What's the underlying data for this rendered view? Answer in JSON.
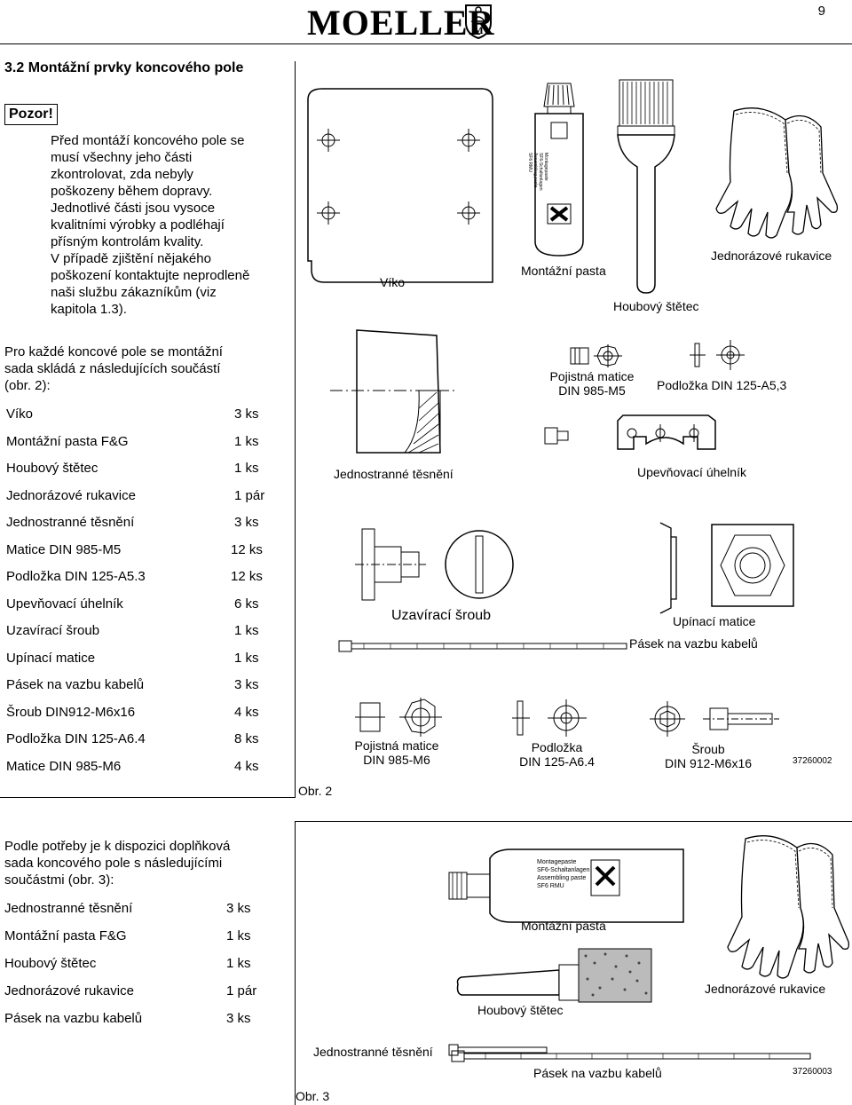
{
  "page_number": "9",
  "logo_text": "MOELLER",
  "section_heading": "3.2   Montážní prvky koncového pole",
  "warning": {
    "label": "Pozor!",
    "lines": [
      "Před montáží koncového pole se",
      "musí všechny jeho části",
      "zkontrolovat, zda nebyly",
      "poškozeny během dopravy.",
      "Jednotlivé části jsou vysoce",
      "kvalitními výrobky a podléhají",
      "přísným kontrolám kvality.",
      "V případě zjištění nějakého",
      "poškození kontaktujte neprodleně",
      "naši službu zákazníkům (viz",
      "kapitola 1.3)."
    ]
  },
  "set_intro": {
    "lines": [
      "Pro každé koncové pole se montážní",
      "sada skládá z následujících součástí",
      "(obr. 2):"
    ]
  },
  "set_items": [
    {
      "name": "Víko",
      "qty": "3 ks"
    },
    {
      "name": "Montážní pasta F&G",
      "qty": "1 ks"
    },
    {
      "name": "Houbový štětec",
      "qty": "1 ks"
    },
    {
      "name": "Jednorázové rukavice",
      "qty": "1 pár"
    },
    {
      "name": "Jednostranné těsnění",
      "qty": "3 ks"
    },
    {
      "name": "Matice DIN 985-M5",
      "qty": "12 ks"
    },
    {
      "name": "Podložka DIN 125-A5.3",
      "qty": "12 ks"
    },
    {
      "name": "Upevňovací úhelník",
      "qty": "6 ks"
    },
    {
      "name": "Uzavírací šroub",
      "qty": "1 ks"
    },
    {
      "name": "Upínací matice",
      "qty": "1 ks"
    },
    {
      "name": "Pásek na vazbu kabelů",
      "qty": "3 ks"
    },
    {
      "name": "Šroub DIN912-M6x16",
      "qty": "4 ks"
    },
    {
      "name": "Podložka DIN 125-A6.4",
      "qty": "8 ks"
    },
    {
      "name": "Matice DIN 985-M6",
      "qty": "4 ks"
    }
  ],
  "extra_intro": {
    "lines": [
      "Podle potřeby je k dispozici doplňková",
      "sada koncového pole s následujícími",
      "součástmi (obr. 3):"
    ]
  },
  "extra_items": [
    {
      "name": "Jednostranné těsnění",
      "qty": "3 ks"
    },
    {
      "name": "Montážní pasta F&G",
      "qty": "1 ks"
    },
    {
      "name": "Houbový štětec",
      "qty": "1 ks"
    },
    {
      "name": "Jednorázové rukavice",
      "qty": "1 pár"
    },
    {
      "name": "Pásek na vazbu kabelů",
      "qty": "3 ks"
    }
  ],
  "fig2": {
    "caption": "Obr. 2",
    "code": "37260002",
    "labels": {
      "viko": "Víko",
      "pasta": "Montážní pasta",
      "stetec": "Houbový štětec",
      "rukavice": "Jednorázové rukavice",
      "matice_m5_1": "Pojistná matice",
      "matice_m5_2": "DIN 985-M5",
      "podlozka_a53": "Podložka DIN 125-A5,3",
      "tesneni": "Jednostranné těsnění",
      "uhelnik": "Upevňovací úhelník",
      "sroub_uzav": "Uzavírací šroub",
      "upinaci": "Upínací matice",
      "pasek": "Pásek na vazbu kabelů",
      "matice_m6_1": "Pojistná matice",
      "matice_m6_2": "DIN 985-M6",
      "podlozka_1": "Podložka",
      "podlozka_2": "DIN 125-A6.4",
      "sroub_1": "Šroub",
      "sroub_2": "DIN 912-M6x16"
    },
    "tube_text": [
      "Montagepaste",
      "SF6-Schaltanlagen",
      "Assembling paste",
      "SF6 RMU"
    ]
  },
  "fig3": {
    "caption": "Obr. 3",
    "code": "37260003",
    "labels": {
      "pasta": "Montážní pasta",
      "stetec": "Houbový štětec",
      "rukavice": "Jednorázové rukavice",
      "tesneni": "Jednostranné těsnění",
      "pasek": "Pásek na vazbu kabelů"
    },
    "tube_text": [
      "Montagepaste",
      "SF6-Schaltanlagen",
      "Assembling paste",
      "SF6 RMU"
    ]
  }
}
